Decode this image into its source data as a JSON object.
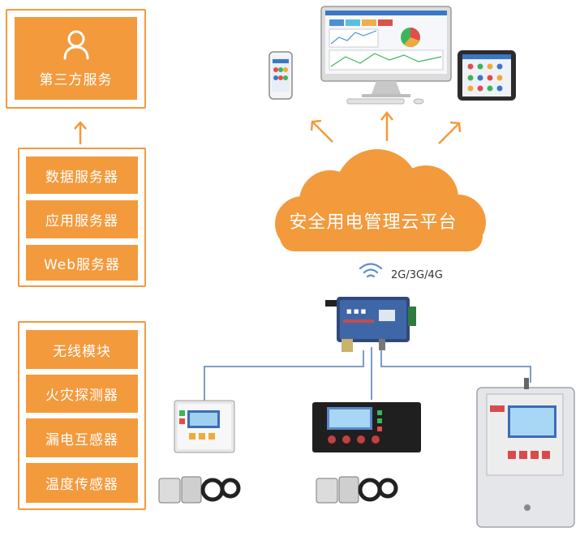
{
  "third_party": {
    "label": "第三方服务",
    "icon": "user-icon"
  },
  "servers": [
    {
      "label": "数据服务器"
    },
    {
      "label": "应用服务器"
    },
    {
      "label": "Web服务器"
    }
  ],
  "sensors": [
    {
      "label": "无线模块"
    },
    {
      "label": "火灾探测器"
    },
    {
      "label": "漏电互感器"
    },
    {
      "label": "温度传感器"
    }
  ],
  "cloud": {
    "label": "安全用电管理云平台"
  },
  "network": {
    "label": "2G/3G/4G"
  },
  "colors": {
    "accent": "#f39a3d",
    "line": "#6f8fc2"
  }
}
